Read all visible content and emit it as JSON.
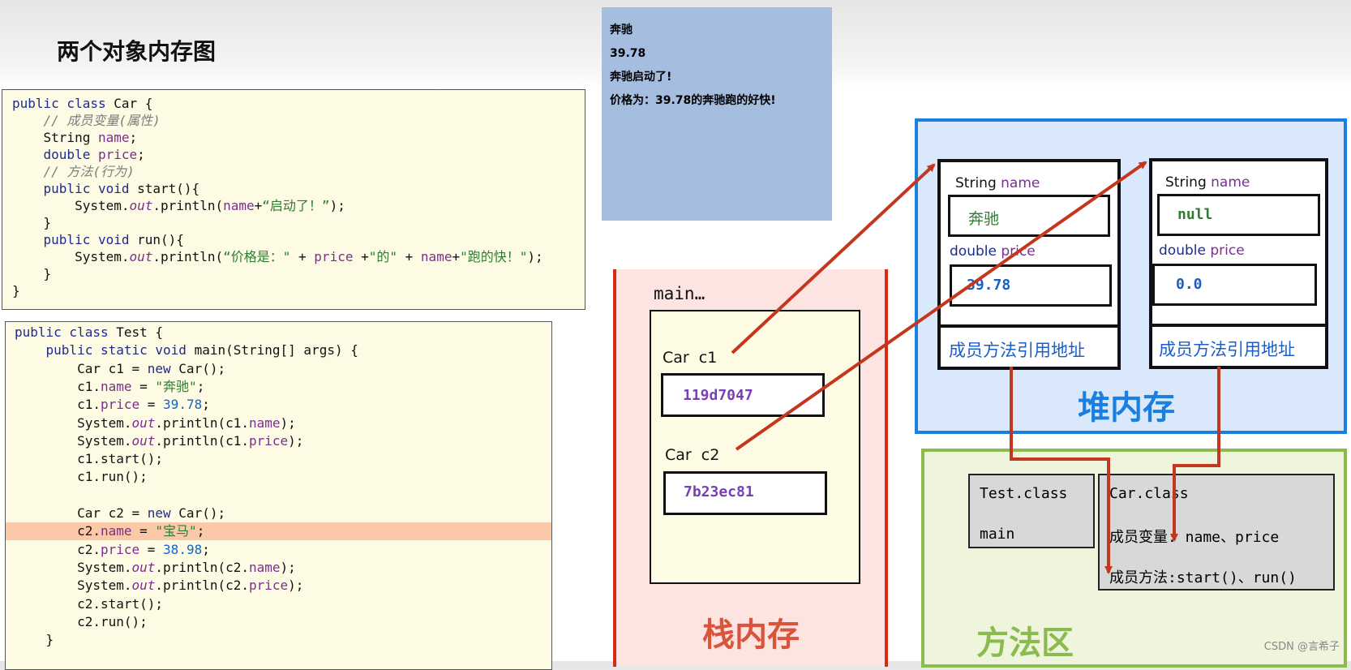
{
  "title": "两个对象内存图",
  "car_code": [
    [
      "kw:public class ",
      "t:Car {"
    ],
    [
      "t:    ",
      "cmt:// 成员变量(属性)"
    ],
    [
      "t:    String ",
      "fld:name",
      "t:;"
    ],
    [
      "t:    ",
      "kw:double ",
      "fld:price",
      "t:;"
    ],
    [
      "t:    ",
      "cmt:// 方法(行为)"
    ],
    [
      "t:    ",
      "kw:public void ",
      "t:start(){"
    ],
    [
      "t:        System.",
      "it:out",
      "t:.println(",
      "fld:name",
      "t:+",
      "str:“启动了！”",
      "t:);"
    ],
    [
      "t:    }"
    ],
    [
      "t:    ",
      "kw:public void ",
      "t:run(){"
    ],
    [
      "t:        System.",
      "it:out",
      "t:.println(",
      "str:“价格是：\"",
      "t: + ",
      "fld:price",
      "t: +",
      "str:\"的\"",
      "t: + ",
      "fld:name",
      "t:+",
      "str:\"跑的快！\"",
      "t:);"
    ],
    [
      "t:    }"
    ],
    [
      "t:}"
    ]
  ],
  "test_code": [
    [
      "kw:public class ",
      "t:Test {"
    ],
    [
      "t:    ",
      "kw:public static void ",
      "t:main(String[] args) {"
    ],
    [
      "t:        Car c1 = ",
      "kw:new ",
      "t:Car();"
    ],
    [
      "t:        c1.",
      "fld:name",
      "t: = ",
      "str:\"奔驰\"",
      "t:;"
    ],
    [
      "t:        c1.",
      "fld:price",
      "t: = ",
      "num:39.78",
      "t:;"
    ],
    [
      "t:        System.",
      "it:out",
      "t:.println(c1.",
      "fld:name",
      "t:);"
    ],
    [
      "t:        System.",
      "it:out",
      "t:.println(c1.",
      "fld:price",
      "t:);"
    ],
    [
      "t:        c1.start();"
    ],
    [
      "t:        c1.run();"
    ],
    [
      "t:"
    ],
    [
      "t:        Car c2 = ",
      "kw:new ",
      "t:Car();"
    ],
    [
      "t:        c2.",
      "fld:name",
      "t: = ",
      "str:\"宝马\"",
      "t:;"
    ],
    [
      "t:        c2.",
      "fld:price",
      "t: = ",
      "num:38.98",
      "t:;"
    ],
    [
      "t:        System.",
      "it:out",
      "t:.println(c2.",
      "fld:name",
      "t:);"
    ],
    [
      "t:        System.",
      "it:out",
      "t:.println(c2.",
      "fld:price",
      "t:);"
    ],
    [
      "t:        c2.start();"
    ],
    [
      "t:        c2.run();"
    ],
    [
      "t:    }"
    ]
  ],
  "highlighted_test_line": 11,
  "console": {
    "lines": [
      "奔驰",
      "39.78",
      "奔驰启动了!",
      "价格为：39.78的奔驰跑的好快!"
    ]
  },
  "stack": {
    "title": "栈内存",
    "frame_label": "main…",
    "var1_label": "Car  c1",
    "var1_value": "119d7047",
    "var2_label": "Car  c2",
    "var2_value": "7b23ec81"
  },
  "heap": {
    "title": "堆内存",
    "obj1": {
      "name_label_type": "String",
      "name_label_field": "name",
      "name_value": "奔驰",
      "price_label_type": "double",
      "price_label_field": "price",
      "price_value": "39.78",
      "ref_label": "成员方法引用地址"
    },
    "obj2": {
      "name_label_type": "String",
      "name_label_field": "name",
      "name_value": "null",
      "price_label_type": "double",
      "price_label_field": "price",
      "price_value": "0.0",
      "ref_label": "成员方法引用地址"
    }
  },
  "method_area": {
    "title": "方法区",
    "test_class": "Test.class",
    "test_main": "main",
    "car_class": "Car.class",
    "car_fields": "成员变量: name、price",
    "car_methods": "成员方法:start()、run()"
  },
  "watermark": "CSDN @言希子",
  "colors": {
    "arrow": "#c4371f",
    "heap_title": "#1b7fe0",
    "stack_title": "#d9543a",
    "method_title": "#8bbb4e",
    "address": "#7a3fb8",
    "value_blue": "#1a5fc9"
  }
}
